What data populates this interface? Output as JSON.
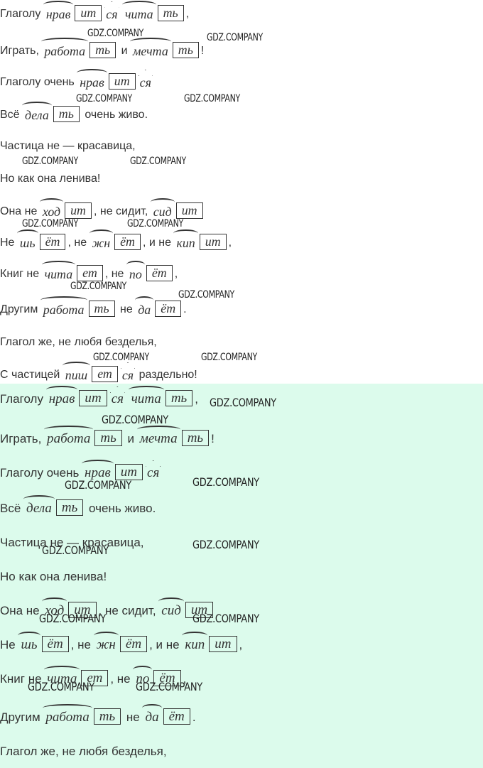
{
  "watermark": "GDZ.COMPANY",
  "colors": {
    "top_bg": "#ffffff",
    "bottom_bg": "#dcfbec",
    "text": "#333333"
  },
  "poem": [
    [
      {
        "t": "Глаголу "
      },
      {
        "m": "нрав",
        "k": "root"
      },
      {
        "m": "ит",
        "k": "end"
      },
      {
        "m": "ся",
        "k": "suffix"
      },
      {
        "t": " "
      },
      {
        "m": "чита",
        "k": "root"
      },
      {
        "m": "ть",
        "k": "end"
      },
      {
        "t": ","
      }
    ],
    [
      {
        "t": "Играть, "
      },
      {
        "m": "работа",
        "k": "root"
      },
      {
        "m": "ть",
        "k": "end"
      },
      {
        "t": " и "
      },
      {
        "m": "мечта",
        "k": "root"
      },
      {
        "m": "ть",
        "k": "end"
      },
      {
        "t": "!"
      }
    ],
    [
      {
        "t": "Глаголу очень "
      },
      {
        "m": "нрав",
        "k": "root"
      },
      {
        "m": "ит",
        "k": "end"
      },
      {
        "m": "ся",
        "k": "suffix"
      }
    ],
    [
      {
        "t": "Всё "
      },
      {
        "m": "дела",
        "k": "root"
      },
      {
        "m": "ть",
        "k": "end"
      },
      {
        "t": " очень живо."
      }
    ],
    [
      {
        "t": "Частица не — красавица,"
      }
    ],
    [
      {
        "t": "Но как она ленива!"
      }
    ],
    [
      {
        "t": "Она не "
      },
      {
        "m": "ход",
        "k": "root"
      },
      {
        "m": "ит",
        "k": "end"
      },
      {
        "t": ", не сидит, "
      },
      {
        "m": "сид",
        "k": "root"
      },
      {
        "m": "ит",
        "k": "end"
      }
    ],
    [
      {
        "t": "Не "
      },
      {
        "m": "шь",
        "k": "root"
      },
      {
        "m": "ёт",
        "k": "end"
      },
      {
        "t": ", не "
      },
      {
        "m": "жн",
        "k": "root"
      },
      {
        "m": "ёт",
        "k": "end"
      },
      {
        "t": ", и не "
      },
      {
        "m": "кип",
        "k": "root"
      },
      {
        "m": "ит",
        "k": "end"
      },
      {
        "t": ","
      }
    ],
    [
      {
        "t": "Книг не "
      },
      {
        "m": "чита",
        "k": "root"
      },
      {
        "m": "ет",
        "k": "end"
      },
      {
        "t": ", не "
      },
      {
        "m": "по",
        "k": "root"
      },
      {
        "m": "ёт",
        "k": "end"
      },
      {
        "t": ","
      }
    ],
    [
      {
        "t": "Другим "
      },
      {
        "m": "работа",
        "k": "root"
      },
      {
        "m": "ть",
        "k": "end"
      },
      {
        "t": " не "
      },
      {
        "m": "да",
        "k": "root"
      },
      {
        "m": "ёт",
        "k": "end"
      },
      {
        "t": "."
      }
    ],
    [
      {
        "t": "Глагол же, не любя безделья,"
      }
    ],
    [
      {
        "t": "С частицей "
      },
      {
        "m": "пиш",
        "k": "root"
      },
      {
        "m": "ет",
        "k": "end"
      },
      {
        "m": "ся",
        "k": "suffix"
      },
      {
        "t": " раздельно!"
      }
    ]
  ]
}
